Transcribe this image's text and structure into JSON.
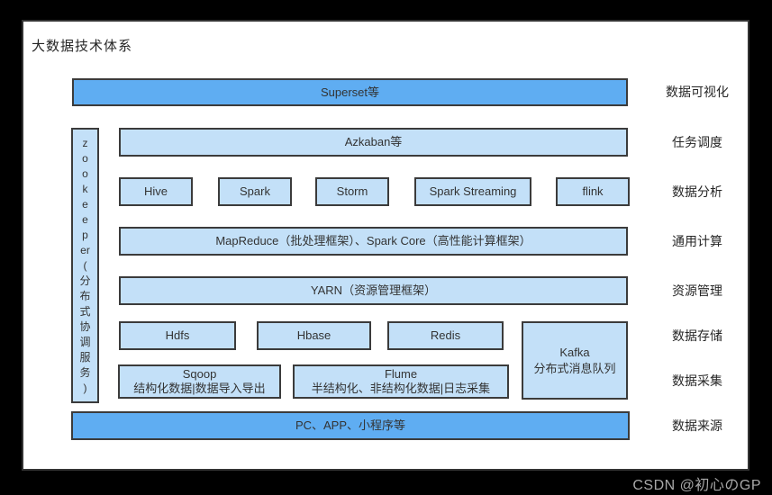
{
  "title": "大数据技术体系",
  "watermark": "CSDN @初心のGP",
  "zookeeper": {
    "vertical_text": "z\no\no\nk\ne\ne\np\ner\n(\n分\n布\n式\n协\n调\n服\n务\n)"
  },
  "layers": {
    "visualization": {
      "box": "Superset等",
      "label": "数据可视化"
    },
    "scheduling": {
      "box": "Azkaban等",
      "label": "任务调度"
    },
    "analysis": {
      "boxes": [
        "Hive",
        "Spark",
        "Storm",
        "Spark Streaming",
        "flink"
      ],
      "label": "数据分析"
    },
    "computing": {
      "box": "MapReduce（批处理框架）、Spark Core（高性能计算框架）",
      "label": "通用计算"
    },
    "resource": {
      "box": "YARN（资源管理框架）",
      "label": "资源管理"
    },
    "storage": {
      "boxes": [
        "Hdfs",
        "Hbase",
        "Redis"
      ],
      "label": "数据存储"
    },
    "ingestion": {
      "label": "数据采集",
      "sqoop": {
        "name": "Sqoop",
        "desc": "结构化数据|数据导入导出"
      },
      "flume": {
        "name": "Flume",
        "desc": "半结构化、非结构化数据|日志采集"
      }
    },
    "kafka": {
      "name": "Kafka",
      "desc": "分布式消息队列"
    },
    "source": {
      "box": "PC、APP、小程序等",
      "label": "数据来源"
    }
  },
  "colors": {
    "accent_dark": "#5fadf2",
    "accent_light": "#c3e0f8",
    "border": "#3b3b3b"
  }
}
